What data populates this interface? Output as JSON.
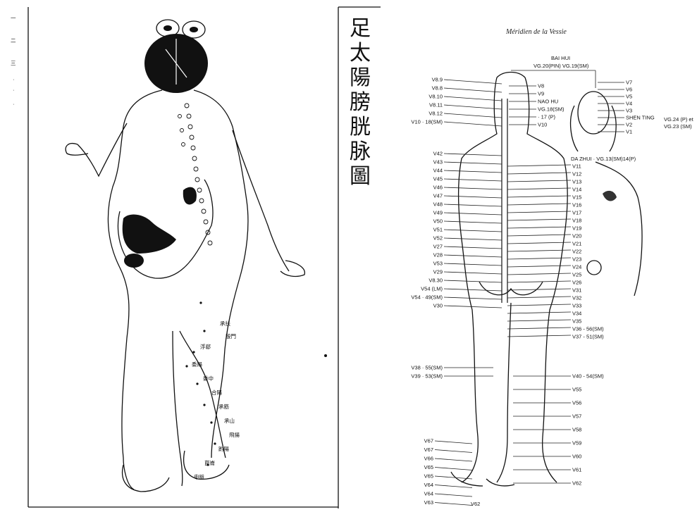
{
  "left_plate": {
    "title_cjk": [
      "足",
      "太",
      "陽",
      "膀",
      "胱",
      "脉",
      "圖"
    ],
    "margin_marks": [
      "一",
      "二",
      "三",
      "·",
      "·",
      "·"
    ],
    "leg_annotations": [
      "承扶",
      "殷門",
      "浮郄",
      "委陽",
      "委中",
      "合陽",
      "承筋",
      "承山",
      "飛揚",
      "跗陽",
      "崑崙",
      "申脈"
    ]
  },
  "right_plate": {
    "title": "Méridien de la Vessie",
    "top_labels": [
      "BAI HUI",
      "VG.20(PIN) VG.19(SM)"
    ],
    "head_left_labels": [
      "V8.9",
      "V8.8",
      "V8.10",
      "V8.11",
      "V8.12",
      "V10 · 18(SM)"
    ],
    "head_mid_labels": [
      "V8",
      "V9",
      "NAO HU",
      "VG.18(SM)",
      "· 17 (P)",
      "V10"
    ],
    "face_right_labels": [
      "V7",
      "V6",
      "V5",
      "V4",
      "V3",
      "SHEN TING",
      "V2",
      "V1"
    ],
    "shen_ting_refs": [
      "VG.24 (P) et",
      "VG.23 (SM)"
    ],
    "da_zhui": "DA ZHUI · VG.13(SM)14(P)",
    "back_left_labels": [
      "V42",
      "V43",
      "V44",
      "V45",
      "V46",
      "V47",
      "V48",
      "V49",
      "V50",
      "V51",
      "V52",
      "V27",
      "V28",
      "V53",
      "V29",
      "V8.30",
      "V54 (LM)",
      "V54 · 49(SM)",
      "V30"
    ],
    "back_right_labels": [
      "V11",
      "V12",
      "V13",
      "V14",
      "V15",
      "V16",
      "V17",
      "V18",
      "V19",
      "V20",
      "V21",
      "V22",
      "V23",
      "V24",
      "V25",
      "V26",
      "V31",
      "V32",
      "V33",
      "V34",
      "V35",
      "V36 - 56(SM)",
      "V37 - 51(SM)"
    ],
    "leg_left_labels": [
      "V38 · 55(SM)",
      "V39 · 53(SM)"
    ],
    "leg_right_labels": [
      "V40 - 54(SM)",
      "V55",
      "V56",
      "V57",
      "V58",
      "V59",
      "V60",
      "V61",
      "V62"
    ],
    "foot_left_labels": [
      "V67",
      "V67",
      "V66",
      "V65",
      "V65",
      "V64",
      "V64",
      "V63"
    ],
    "foot_bottom_label": "V62"
  }
}
